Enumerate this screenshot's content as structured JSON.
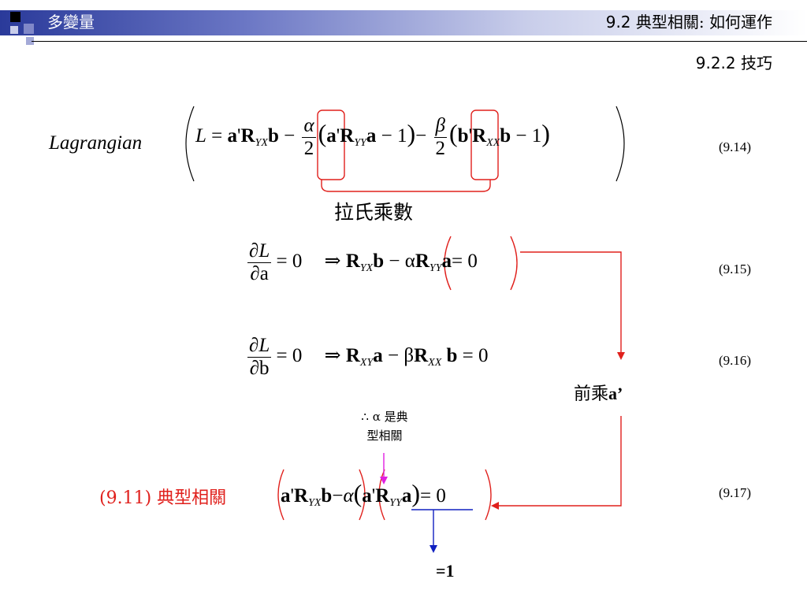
{
  "header": {
    "course_title": "多變量",
    "section_number": "9.2",
    "section_title": "典型相關: 如何運作",
    "subsection_number": "9.2.2",
    "subsection_title": "技巧"
  },
  "eq914": {
    "label": "Lagrangian",
    "L": "L",
    "equals": "=",
    "a": "a",
    "prime": "'",
    "R": "R",
    "sub_yx": "YX",
    "sub_yy": "YY",
    "sub_xx": "XX",
    "b": "b",
    "minus": "−",
    "alpha": "α",
    "beta": "β",
    "two": "2",
    "lparen": "(",
    "rparen": ")",
    "one": "1",
    "number": "(9.14)",
    "annotation": "拉氏乘數"
  },
  "eq915": {
    "partial_L": "∂L",
    "partial_a": "∂a",
    "equals_zero": "= 0",
    "implies": "⇒",
    "R": "R",
    "sub_yx": "YX",
    "b": "b",
    "minus": "−",
    "alpha": "α",
    "sub_yy": "YY",
    "a": "a",
    "zero": "= 0",
    "number": "(9.15)"
  },
  "eq916": {
    "partial_L": "∂L",
    "partial_b": "∂b",
    "equals_zero": "= 0",
    "implies": "⇒",
    "R": "R",
    "sub_xy": "XY",
    "a": "a",
    "minus": "−",
    "beta": "β",
    "sub_xx": "XX",
    "b": "b",
    "zero": "= 0",
    "number": "(9.16)",
    "premultiply_note": "前乘",
    "premultiply_var": "a’"
  },
  "eq917": {
    "ref_label": "(9.11) 典型相關",
    "a": "a",
    "prime": "'",
    "R": "R",
    "sub_yx": "YX",
    "b": "b",
    "minus": "−",
    "alpha": "α",
    "lparen": "(",
    "rparen": ")",
    "sub_yy": "YY",
    "zero": "= 0",
    "number": "(9.17)",
    "note_line1": "∴ α 是典",
    "note_line2": "型相關",
    "result": "=1"
  },
  "colors": {
    "header_blue": "#2a3a9a",
    "annotation_red": "#e0201c",
    "arrow_magenta": "#e020e0",
    "arrow_blue": "#1020c0"
  }
}
